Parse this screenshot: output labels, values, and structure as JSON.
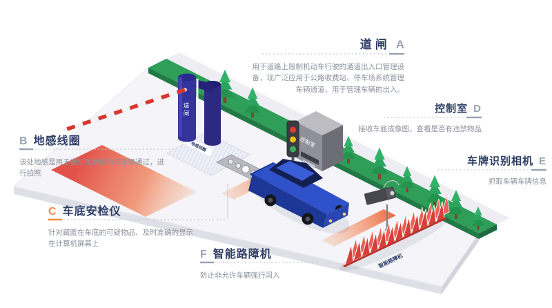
{
  "callouts": {
    "a": {
      "letter": "A",
      "title": "道闸",
      "desc": "用于道路上限制机动车行驶的通道出入口管理设备，现广泛应用于公路收费站、停车场系统管理车辆通道，用于管理车辆的出入。"
    },
    "b": {
      "letter": "B",
      "title": "地感线圈",
      "desc": "该处地感是用于通知车牌相机有车辆通过，进行拍照"
    },
    "c": {
      "letter": "C",
      "title": "车底安检仪",
      "desc": "针对藏匿在车底的可疑物品、及时准确的显示在计算机屏幕上"
    },
    "d": {
      "letter": "D",
      "title": "控制室",
      "desc": "接收车底成像图，查看是否有违禁物品"
    },
    "e": {
      "letter": "E",
      "title": "车牌识别相机",
      "desc": "抓取车辆车牌信息"
    },
    "f": {
      "letter": "F",
      "title": "智能路障机",
      "desc": "防止非允许车辆强行闯入"
    }
  },
  "scene": {
    "gate_label": "道闸",
    "control_room_label": "控制室",
    "ground_loop_label": "地感线圈",
    "scanner_label": "车底安检仪",
    "roadblock_label": "智能路障机"
  },
  "colors": {
    "title": "#2e3f66",
    "letter": "#9aa3b0",
    "accent_c": "#ef8b3c",
    "desc": "#8b919c",
    "road": "#f4f4f9",
    "grass": "#2f9e58",
    "gate_navy": "#34339b",
    "car_blue": "#2f51c9",
    "barrier_red": "#d64038",
    "scan_orange": "#ee6b3e"
  }
}
